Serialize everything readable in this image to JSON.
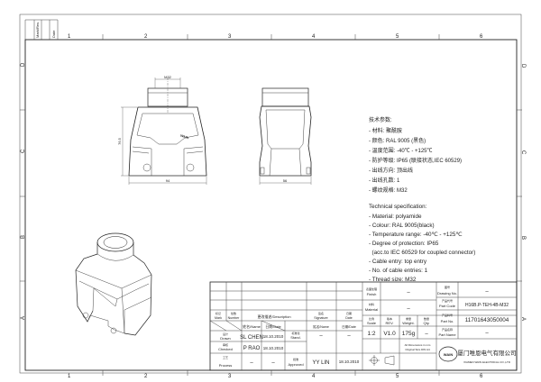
{
  "border": {
    "columns": [
      "1",
      "2",
      "3",
      "4",
      "5",
      "6"
    ],
    "rows": [
      "D",
      "C",
      "B",
      "A"
    ],
    "revision_strip": [
      "Mark/Rev.",
      "Date"
    ]
  },
  "views": {
    "dim_thread": "M32",
    "dim_height": "76.5",
    "dim_width_front": "94",
    "dim_width_side": "56",
    "logo_text": "WAIN"
  },
  "spec_cn": {
    "title": "技术参数:",
    "lines": [
      "- 材料: 聚酰胺",
      "- 颜色: RAL 9005 (黑色)",
      "- 温度范围: -40℃ - +125℃",
      "- 防护等级: IP65 (联接状态,IEC 60529)",
      "- 出线方向: 顶出线",
      "- 出线孔数: 1",
      "- 螺纹规格: M32"
    ]
  },
  "spec_en": {
    "title": "Technical specification:",
    "lines": [
      "- Material: polyamide",
      "- Colour: RAL 9005(black)",
      "- Temperature range: -40℃ - +125℃",
      "- Degree of protection: IP65",
      "  (acc.to IEC 60529 for coupled connector)",
      "- Cable entry: top entry",
      "- No. of cable entries: 1",
      "- Thread size: M32"
    ]
  },
  "title_block": {
    "mark": "Mark",
    "mark_cn": "标记",
    "number": "Number",
    "number_cn": "处数",
    "description": "更改描述/Description",
    "signature": "Signature",
    "signature_cn": "签名",
    "date": "Date",
    "date_cn": "日期",
    "name_hdr": "姓名/Name",
    "date_hdr": "日期/Date",
    "name_hdr2": "姓名/Name",
    "date_hdr2": "日期/Date",
    "drawn": "Drawn",
    "drawn_cn": "设计",
    "checked": "Checked",
    "checked_cn": "审核",
    "process": "Process",
    "process_cn": "工艺",
    "stand": "Stand.",
    "stand_cn": "标准化",
    "approved": "Approved",
    "approved_cn": "批准",
    "drawn_name": "SL CHEN",
    "drawn_date": "18.10.2010",
    "checked_name": "P RAO",
    "checked_date": "18.10.2010",
    "process_name": "–",
    "process_date": "–",
    "stand_name": "–",
    "stand_date": "–",
    "approved_name": "YY LIN",
    "approved_date": "18.10.2010",
    "finish": "Finish",
    "finish_cn": "表面处理",
    "finish_value": "–",
    "material": "Material",
    "material_cn": "材料",
    "material_value": "–",
    "scale": "Scale",
    "scale_cn": "比例",
    "scale_value": "1:2",
    "rev": "REV.",
    "rev_cn": "版本",
    "rev_value": "V1.0",
    "weight": "Weight.",
    "weight_cn": "重量",
    "weight_value": "175g",
    "qty": "Qty.",
    "qty_cn": "数量",
    "qty_value": "–",
    "drawing_no": "Drawing No.",
    "drawing_no_cn": "图号",
    "drawing_no_value": "–",
    "part_code": "Part Code",
    "part_code_cn": "产品代号",
    "part_code_value": "H16B.P-TEH-4B-M32",
    "part_no": "Part No.",
    "part_no_cn": "产品料号",
    "part_no_value": "11701643050004",
    "part_name": "Part Name",
    "part_name_cn": "产品名称",
    "part_name_value": "–",
    "dims_note": "All Dimensions in mm",
    "size_note": "Original Size DIN A4",
    "company_cn": "厦门唯恩电气有限公司",
    "company_en": "XIAMEN WAIN ELECTRICAL CO.,LTD",
    "logo": "WAIN"
  }
}
